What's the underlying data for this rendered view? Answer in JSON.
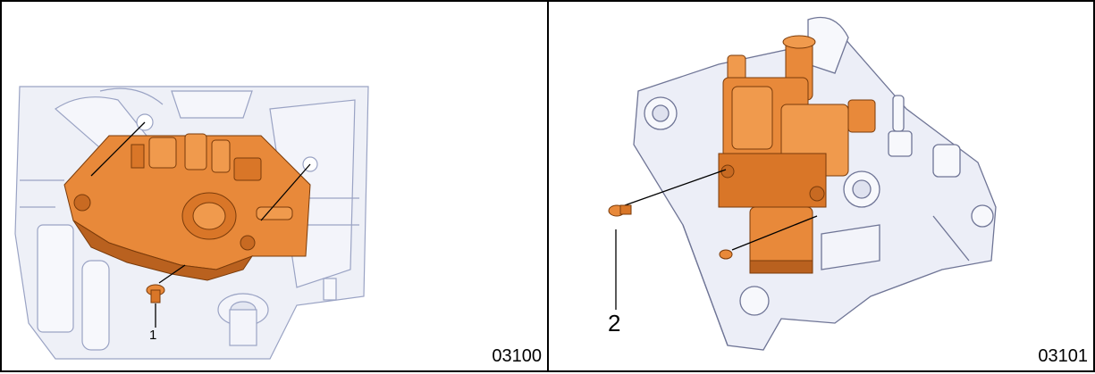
{
  "figures": [
    {
      "code": "03100",
      "callouts": [
        {
          "label": "1"
        }
      ]
    },
    {
      "code": "03101",
      "callouts": [
        {
          "label": "2"
        }
      ]
    }
  ],
  "colors": {
    "part_orange": "#e8893a",
    "part_shadow": "#b9611f",
    "engine_line": "#9aa3c4",
    "engine_fill": "#eef0f7",
    "border": "#000000"
  }
}
